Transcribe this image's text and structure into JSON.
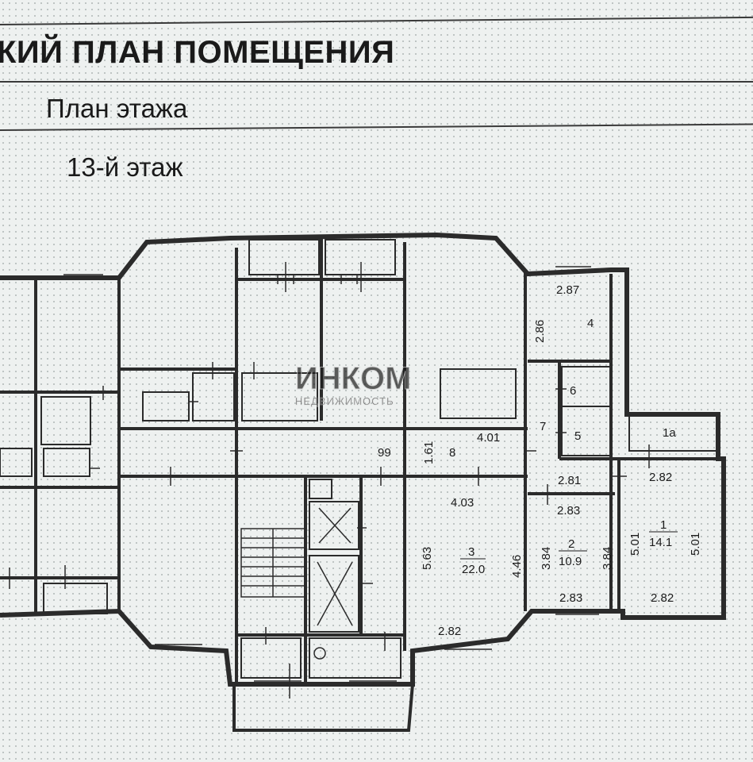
{
  "header": {
    "title": "КИЙ ПЛАН ПОМЕЩЕНИЯ",
    "section": "План этажа",
    "floor": "13-й этаж"
  },
  "watermark": {
    "brand": "ИНКОМ",
    "sub": "НЕДВИЖИМОСТЬ"
  },
  "rooms": {
    "r1": {
      "number": "1",
      "area": "14.1",
      "dim_top": "2.82",
      "dim_bottom": "2.82",
      "dim_left": "5.01",
      "dim_right": "5.01"
    },
    "r1a": {
      "number": "1a"
    },
    "r2": {
      "number": "2",
      "area": "10.9",
      "dim_top": "2.83",
      "dim_bottom": "2.83",
      "dim_left": "3.84",
      "dim_right": "3.84"
    },
    "r3": {
      "number": "3",
      "area": "22.0",
      "dim_top": "4.03",
      "dim_bottom": "2.82",
      "dim_left": "5.63",
      "dim_right": "4.46"
    },
    "r4": {
      "number": "4",
      "dim_top": "2.87",
      "dim_left": "2.86"
    },
    "r5": {
      "number": "5"
    },
    "r6": {
      "number": "6"
    },
    "r7": {
      "number": "7",
      "dim_bottom": "2.81"
    },
    "r8": {
      "number": "8",
      "dim_top": "4.01",
      "dim_left": "1.61",
      "stray": "99"
    }
  },
  "colors": {
    "wall": "#2b2b2b",
    "background": "#eef1f0"
  }
}
